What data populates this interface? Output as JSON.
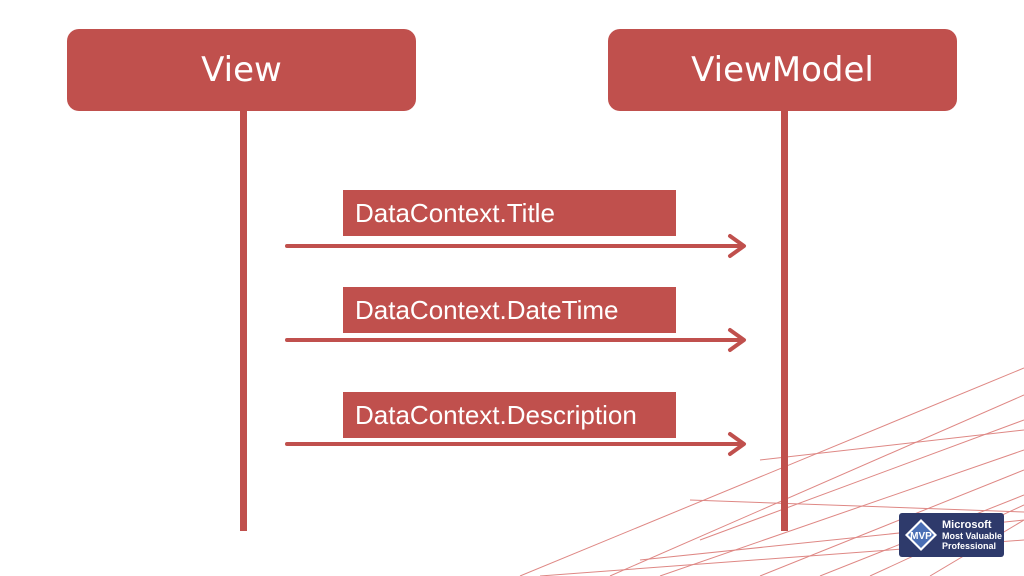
{
  "colors": {
    "accent": "#c0504d",
    "background": "#ffffff",
    "badge": "#2e3a6b"
  },
  "header": {
    "view_label": "View",
    "viewmodel_label": "ViewModel"
  },
  "messages": [
    {
      "label": "DataContext.Title"
    },
    {
      "label": "DataContext.DateTime"
    },
    {
      "label": "DataContext.Description"
    }
  ],
  "badge": {
    "logo_text": "MVP",
    "line1": "Microsoft",
    "line2": "Most Valuable",
    "line3": "Professional"
  }
}
